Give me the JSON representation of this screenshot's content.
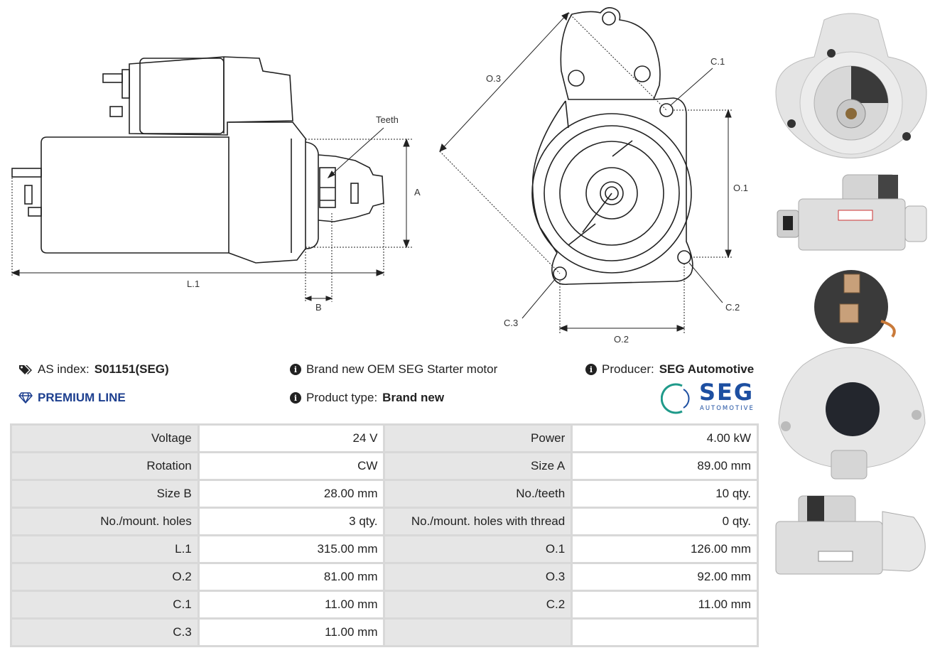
{
  "drawing_side": {
    "labels": {
      "teeth": "Teeth",
      "a": "A",
      "b": "B",
      "l1": "L.1"
    }
  },
  "drawing_front": {
    "labels": {
      "o3": "O.3",
      "c1": "C.1",
      "o1": "O.1",
      "c2": "C.2",
      "c3": "C.3",
      "o2": "O.2"
    }
  },
  "info": {
    "as_index_label": "AS index:",
    "as_index_value": "S01151(SEG)",
    "premium": "PREMIUM LINE",
    "description": "Brand new OEM SEG Starter motor",
    "product_type_label": "Product type:",
    "product_type_value": "Brand new",
    "producer_label": "Producer:",
    "producer_value": "SEG Automotive"
  },
  "logo": {
    "brand": "SEG",
    "sub": "AUTOMOTIVE",
    "accent": "#1d4fa1",
    "ring": "#1f9a8a"
  },
  "specs": [
    {
      "k1": "Voltage",
      "v1": "24 V",
      "k2": "Power",
      "v2": "4.00 kW"
    },
    {
      "k1": "Rotation",
      "v1": "CW",
      "k2": "Size A",
      "v2": "89.00 mm"
    },
    {
      "k1": "Size B",
      "v1": "28.00 mm",
      "k2": "No./teeth",
      "v2": "10 qty."
    },
    {
      "k1": "No./mount. holes",
      "v1": "3 qty.",
      "k2": "No./mount. holes with thread",
      "v2": "0 qty."
    },
    {
      "k1": "L.1",
      "v1": "315.00 mm",
      "k2": "O.1",
      "v2": "126.00 mm"
    },
    {
      "k1": "O.2",
      "v1": "81.00 mm",
      "k2": "O.3",
      "v2": "92.00 mm"
    },
    {
      "k1": "C.1",
      "v1": "11.00 mm",
      "k2": "C.2",
      "v2": "11.00 mm"
    },
    {
      "k1": "C.3",
      "v1": "11.00 mm",
      "k2": "",
      "v2": ""
    }
  ]
}
